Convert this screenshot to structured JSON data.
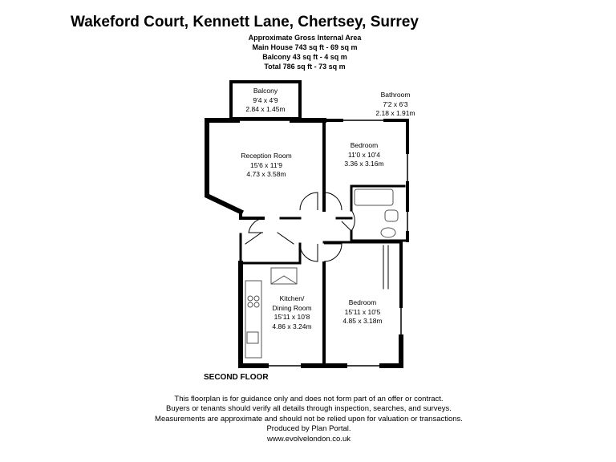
{
  "title": "Wakeford Court, Kennett Lane, Chertsey, Surrey",
  "area_summary": {
    "heading": "Approximate Gross Internal Area",
    "main_house": "Main House 743 sq ft - 69 sq m",
    "balcony": "Balcony 43 sq ft - 4 sq m",
    "total": "Total 786 sq ft - 73 sq m"
  },
  "rooms": {
    "balcony": {
      "name": "Balcony",
      "imperial": "9'4 x 4'9",
      "metric": "2.84 x 1.45m"
    },
    "bathroom": {
      "name": "Bathroom",
      "imperial": "7'2 x 6'3",
      "metric": "2.18 x 1.91m"
    },
    "reception": {
      "name": "Reception Room",
      "imperial": "15'6 x 11'9",
      "metric": "4.73 x 3.58m"
    },
    "bedroom1": {
      "name": "Bedroom",
      "imperial": "11'0 x 10'4",
      "metric": "3.36 x 3.16m"
    },
    "kitchen": {
      "name_line1": "Kitchen/",
      "name_line2": "Dining Room",
      "imperial": "15'11 x 10'8",
      "metric": "4.86 x 3.24m"
    },
    "bedroom2": {
      "name": "Bedroom",
      "imperial": "15'11 x 10'5",
      "metric": "4.85 x 3.18m"
    }
  },
  "floor_label": "SECOND FLOOR",
  "disclaimer": [
    "This floorplan is for guidance only and does not form part of an offer or contract.",
    "Buyers or tenants should verify all details through inspection, searches, and surveys.",
    "Measurements are approximate and should not be relied upon for valuation or transactions.",
    "Produced by Plan Portal.",
    "www.evolvelondon.co.uk"
  ],
  "colors": {
    "wall": "#000000",
    "background": "#ffffff",
    "fixture": "#555555"
  }
}
